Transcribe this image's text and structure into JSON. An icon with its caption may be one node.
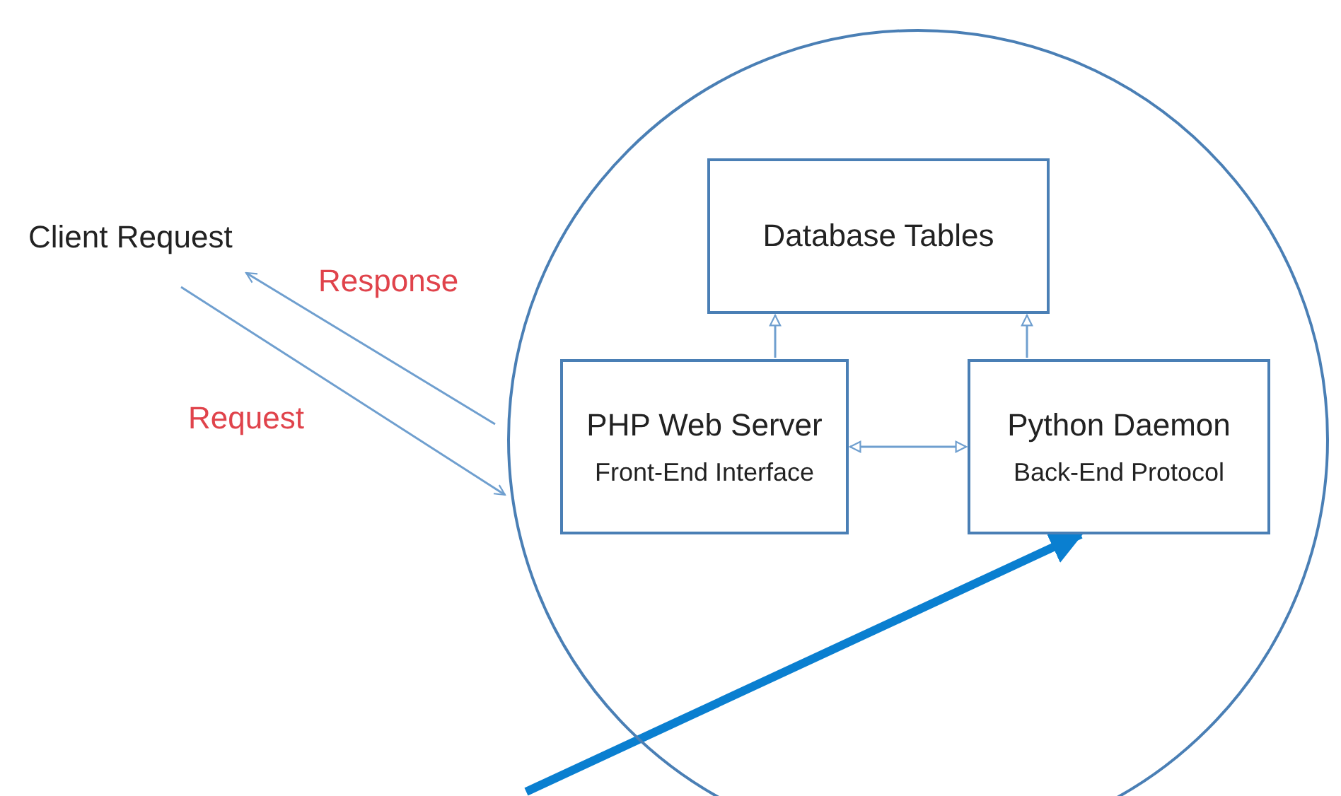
{
  "diagram": {
    "nodes": [
      {
        "text": [
          "Client Request"
        ]
      },
      {
        "text": [],
        "shape": "circle"
      },
      {
        "text": [
          "Database Tables"
        ],
        "in": 1
      },
      {
        "text": [
          "PHP Web Server",
          "Front-End Interface"
        ],
        "in": 1
      },
      {
        "text": [
          "Python Daemon",
          "Back-End Protocol"
        ],
        "in": 1
      }
    ],
    "edges": [
      {
        "from": 1,
        "to": 0,
        "arrow": "to",
        "label": "Response"
      },
      {
        "from": 0,
        "to": 1,
        "arrow": "to",
        "label": "Request"
      },
      {
        "from": 3,
        "to": 2,
        "arrow": "to"
      },
      {
        "from": 4,
        "to": 2,
        "arrow": "to"
      },
      {
        "from": 3,
        "to": 4,
        "arrow": "both"
      },
      {
        "from": null,
        "to": 4,
        "arrow": "to",
        "style": "thick",
        "color": "#0a7fd0"
      }
    ]
  }
}
